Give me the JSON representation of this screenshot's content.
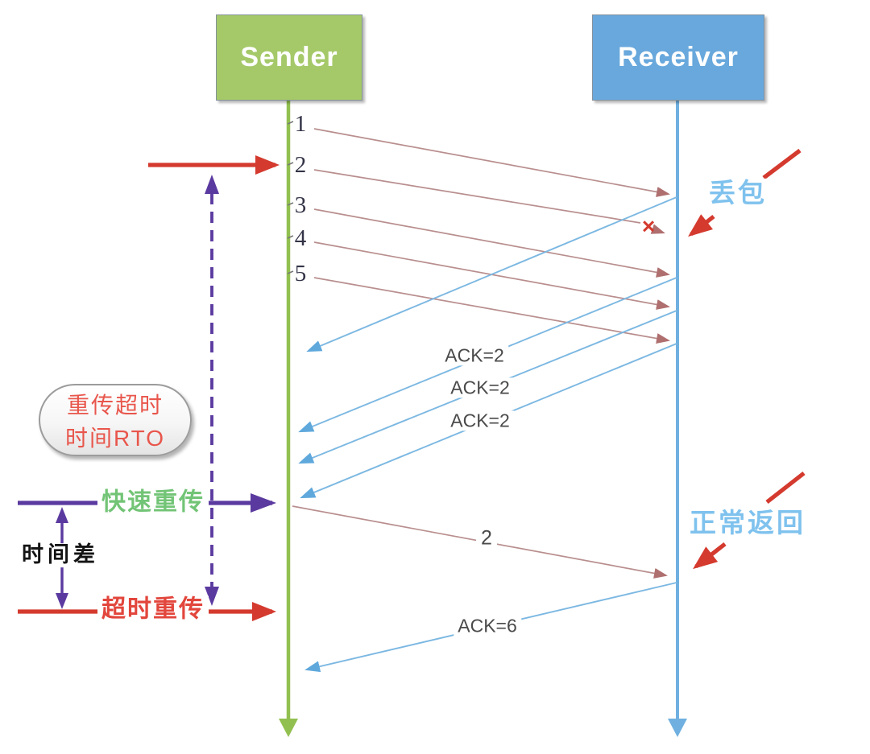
{
  "actors": {
    "sender_label": "Sender",
    "receiver_label": "Receiver"
  },
  "segments": {
    "s1": "1",
    "s2": "2",
    "s3": "3",
    "s4": "4",
    "s5": "5",
    "retransmit_label": "2"
  },
  "acks": {
    "dup1": "ACK=2",
    "dup2": "ACK=2",
    "dup3": "ACK=2",
    "final": "ACK=6"
  },
  "annotations": {
    "packet_loss": "丢包",
    "normal_return": "正常返回",
    "fast_retransmit": "快速重传",
    "timeout_retransmit": "超时重传",
    "time_gap": "时间差",
    "rto_bubble_line1": "重传超时",
    "rto_bubble_line2": "时间RTO",
    "drop_mark": "×"
  },
  "colors": {
    "sender_box": "#a5c969",
    "receiver_box": "#68a8dc",
    "sender_lifeline": "#92c050",
    "receiver_lifeline": "#6fb0e0",
    "data_line": "#b98e8e",
    "data_arrowhead": "#b06f6f",
    "ack_line": "#7cb8e2",
    "alert_red": "#d43a2e",
    "purple": "#5b3aa0",
    "green_text": "#72c476",
    "blue_text": "#7fc2ee",
    "red_text": "#e2463c"
  }
}
